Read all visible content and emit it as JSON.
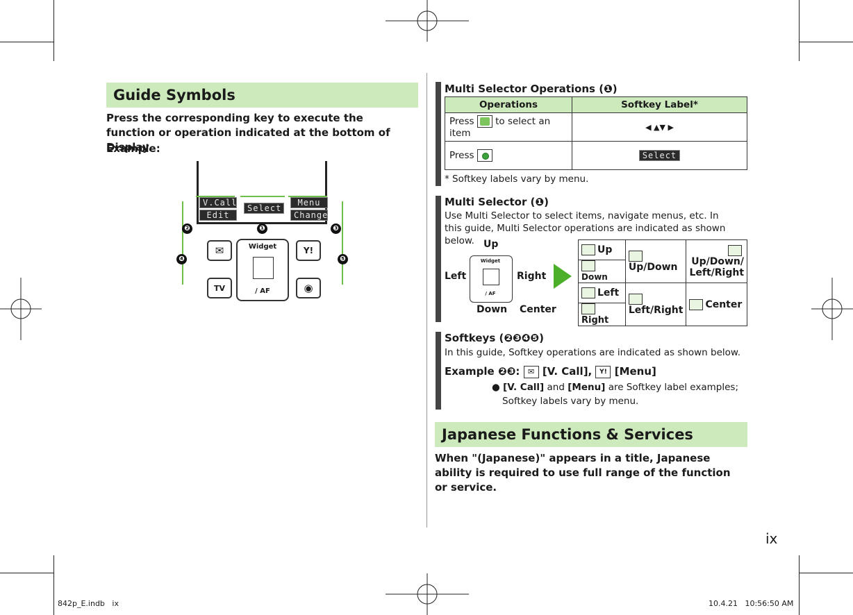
{
  "guide": {
    "title": "Guide Symbols",
    "intro": "Press the corresponding key to execute the function or operation indicated at the bottom of Display.",
    "example": "Example:",
    "softkeys": {
      "vcall": "V.Call",
      "edit": "Edit",
      "select": "Select",
      "menu": "Menu",
      "change": "Change",
      "widget": "Widget",
      "af": "/ AF"
    },
    "callouts": [
      "❶",
      "❷",
      "❸",
      "❹",
      "❺"
    ]
  },
  "multi_ops": {
    "title": "Multi Selector Operations (❶)",
    "headers": [
      "Operations",
      "Softkey Label*"
    ],
    "row1_pre": "Press",
    "row1_post": "to select an item",
    "row2_pre": "Press",
    "row2_label": "Select",
    "note": "* Softkey labels vary by menu."
  },
  "multi_sel": {
    "title": "Multi Selector (❶)",
    "desc": "Use Multi Selector to select items, navigate menus, etc. In this guide, Multi Selector operations are indicated as shown below.",
    "dir": {
      "up": "Up",
      "down": "Down",
      "left": "Left",
      "right": "Right",
      "center": "Center",
      "widget": "Widget",
      "af": "/ AF"
    },
    "grid": {
      "up": "Up",
      "down": "Down",
      "left": "Left",
      "right": "Right",
      "updown": "Up/Down",
      "leftright": "Left/Right",
      "all": "Up/Down/ Left/Right",
      "center": "Center"
    }
  },
  "softkeys": {
    "title": "Softkeys (❷❸❹❺)",
    "desc": "In this guide, Softkey operations are indicated as shown below.",
    "example_prefix": "Example ❷❸:",
    "vcall": "[V. Call],",
    "menu": "[Menu]",
    "bullet_a": "[V. Call]",
    "bullet_and": "and",
    "bullet_b": "[Menu]",
    "bullet_rest": "are Softkey label examples;",
    "bullet_line2": "Softkey labels vary by menu."
  },
  "japanese": {
    "title": "Japanese Functions & Services",
    "text": "When \"(Japanese)\" appears in a title, Japanese ability is required to use full range of the function or service."
  },
  "page_number": "ix",
  "footer_left": "842p_E.indb   ix",
  "footer_right": "10.4.21   10:56:50 AM"
}
